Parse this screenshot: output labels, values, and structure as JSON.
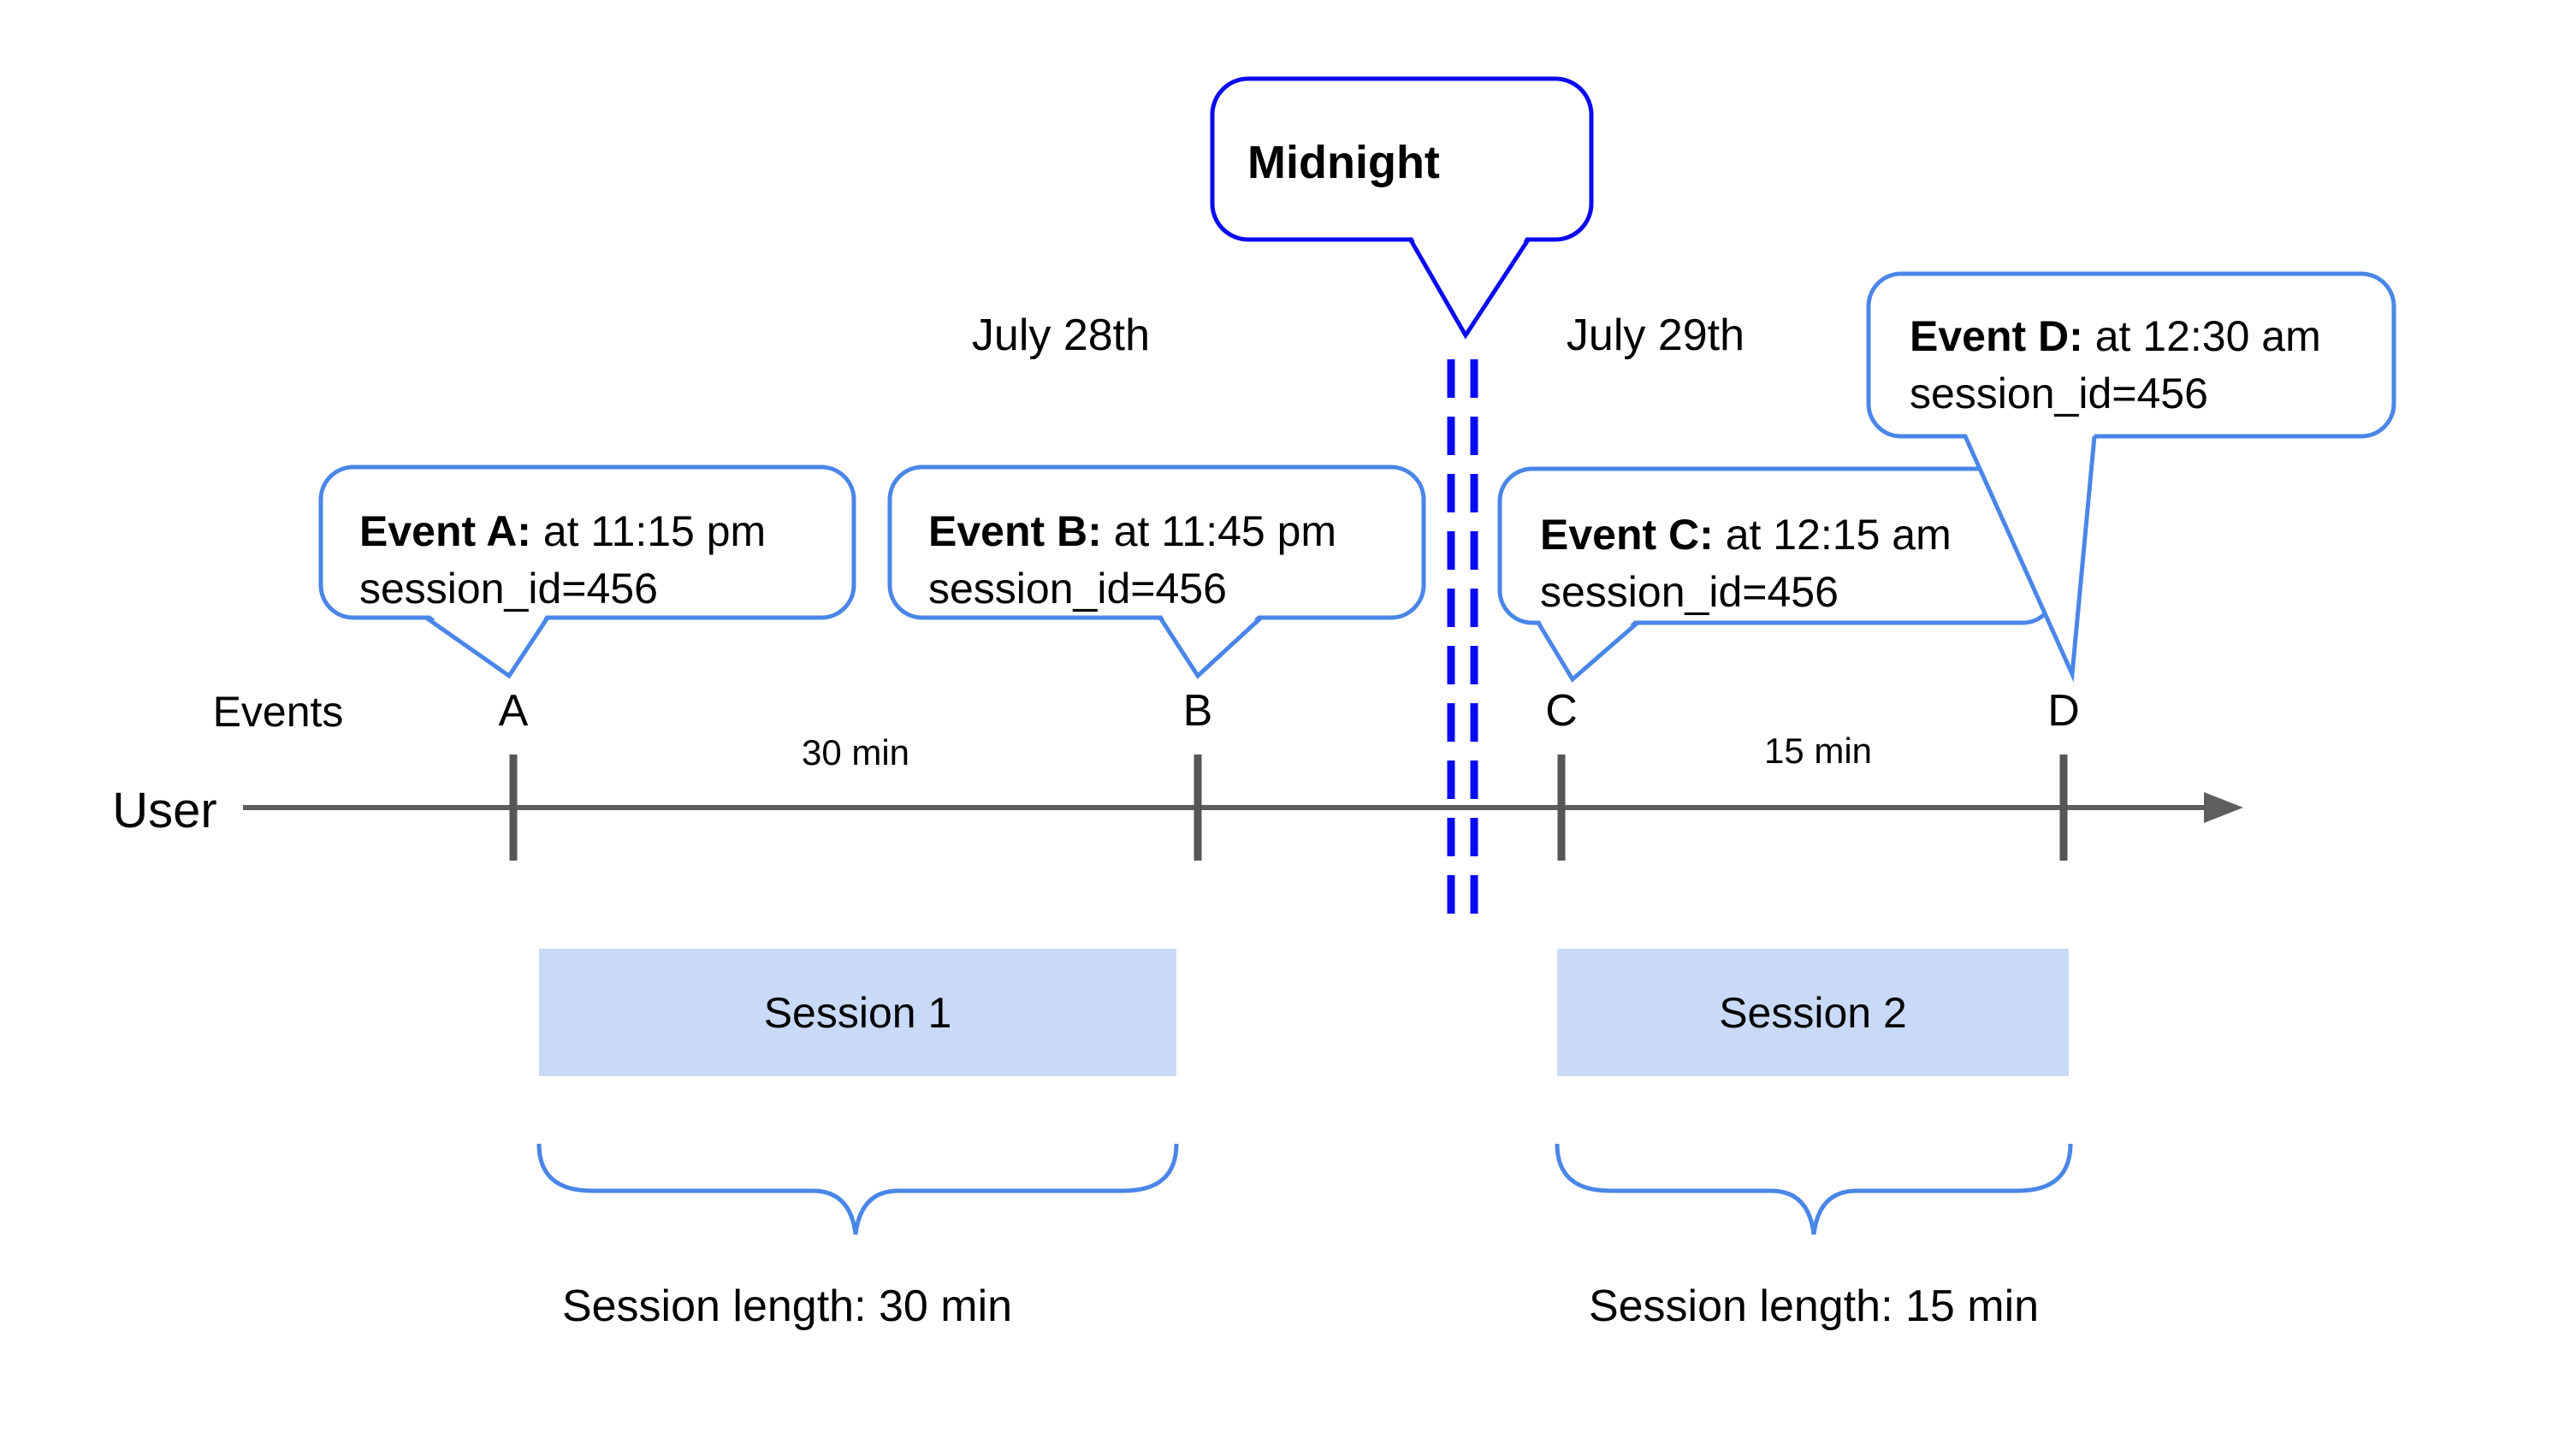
{
  "diagram": {
    "midnight_callout": {
      "label": "Midnight"
    },
    "dates": {
      "left": "July 28th",
      "right": "July 29th"
    },
    "axis": {
      "events_label": "Events",
      "user_label": "User"
    },
    "event_markers": [
      {
        "letter": "A",
        "callout_bold": "Event A:",
        "callout_time": " at 11:15 pm",
        "callout_line2": "session_id=456"
      },
      {
        "letter": "B",
        "callout_bold": "Event B:",
        "callout_time": " at 11:45 pm",
        "callout_line2": "session_id=456"
      },
      {
        "letter": "C",
        "callout_bold": "Event C:",
        "callout_time": " at 12:15 am",
        "callout_line2": "session_id=456"
      },
      {
        "letter": "D",
        "callout_bold": "Event D:",
        "callout_time": " at 12:30 am",
        "callout_line2": "session_id=456"
      }
    ],
    "intervals": [
      {
        "label": "30 min"
      },
      {
        "label": "15 min"
      }
    ],
    "sessions": [
      {
        "label": "Session 1",
        "length_label": "Session length: 30 min"
      },
      {
        "label": "Session 2",
        "length_label": "Session length: 15 min"
      }
    ],
    "colors": {
      "midnight_blue": "#0a0af0",
      "callout_blue": "#4a86e8",
      "session_fill": "#c9daf8",
      "axis_gray": "#5e5e5e",
      "tick_gray": "#565656",
      "text_black": "#000000"
    }
  }
}
